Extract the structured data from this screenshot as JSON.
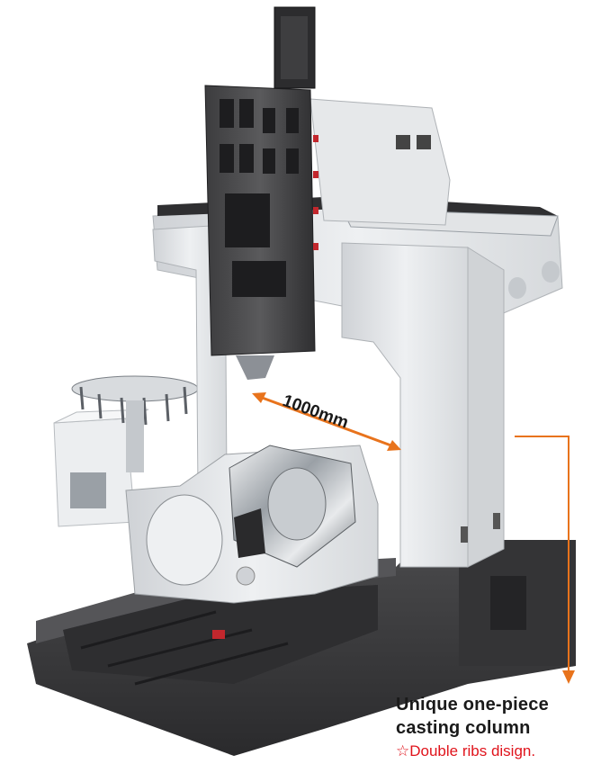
{
  "dimension_label": "1000mm",
  "caption": {
    "line1": "Unique one-piece",
    "line2": "casting column",
    "line3": "☆Double ribs disign."
  },
  "colors": {
    "arrow": "#e8731c",
    "caption_text": "#1a1a1a",
    "highlight_text": "#e0141c",
    "machine_light": "#e6e8ea",
    "machine_dark": "#3b3b3d"
  }
}
